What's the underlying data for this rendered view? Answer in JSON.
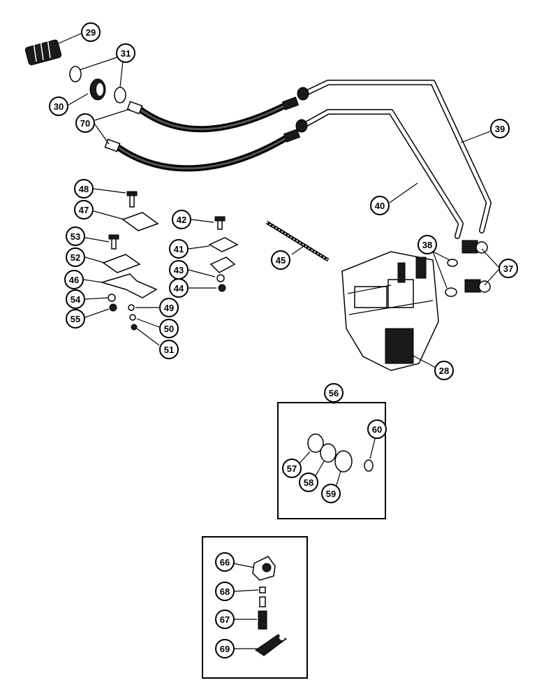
{
  "callouts": {
    "c29": "29",
    "c31": "31",
    "c30": "30",
    "c70": "70",
    "c39": "39",
    "c40": "40",
    "c48": "48",
    "c47": "47",
    "c42": "42",
    "c53": "53",
    "c41": "41",
    "c45": "45",
    "c52": "52",
    "c43": "43",
    "c38": "38",
    "c37": "37",
    "c46": "46",
    "c44": "44",
    "c54": "54",
    "c49": "49",
    "c55": "55",
    "c50": "50",
    "c51": "51",
    "c28": "28",
    "c56": "56",
    "c60": "60",
    "c57": "57",
    "c58": "58",
    "c59": "59",
    "c66": "66",
    "c68": "68",
    "c67": "67",
    "c69": "69"
  }
}
